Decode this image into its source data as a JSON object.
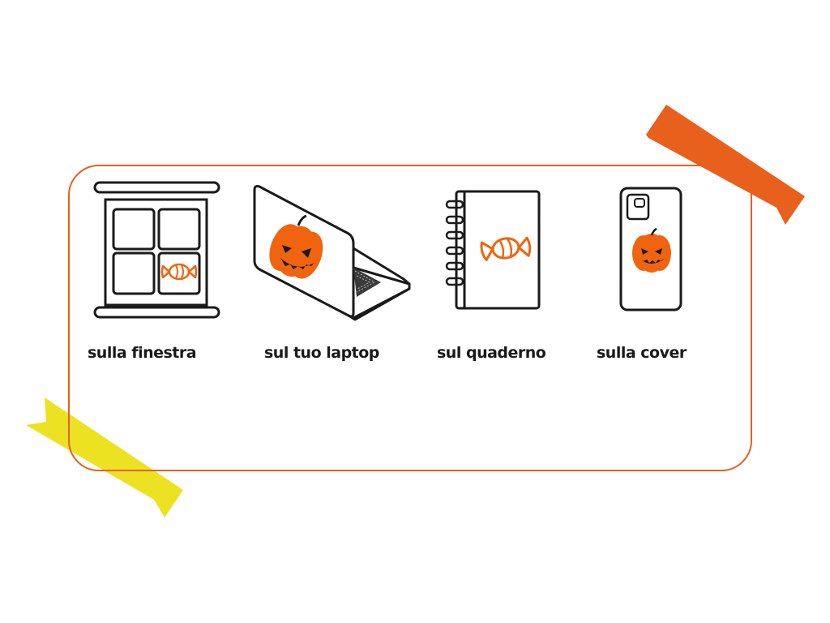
{
  "items": [
    {
      "caption": "sulla finestra",
      "object": "window",
      "sticker": "candy-icon"
    },
    {
      "caption": "sul tuo laptop",
      "object": "laptop",
      "sticker": "pumpkin-icon"
    },
    {
      "caption": "sul quaderno",
      "object": "notebook",
      "sticker": "candy-icon"
    },
    {
      "caption": "sulla cover",
      "object": "phone-cover",
      "sticker": "pumpkin-icon"
    }
  ],
  "colors": {
    "frame": "#e8601c",
    "sticker": "#f0640f",
    "ribbon_orange": "#e8601c",
    "ribbon_yellow": "#ece221",
    "ink": "#1a1a1a"
  }
}
